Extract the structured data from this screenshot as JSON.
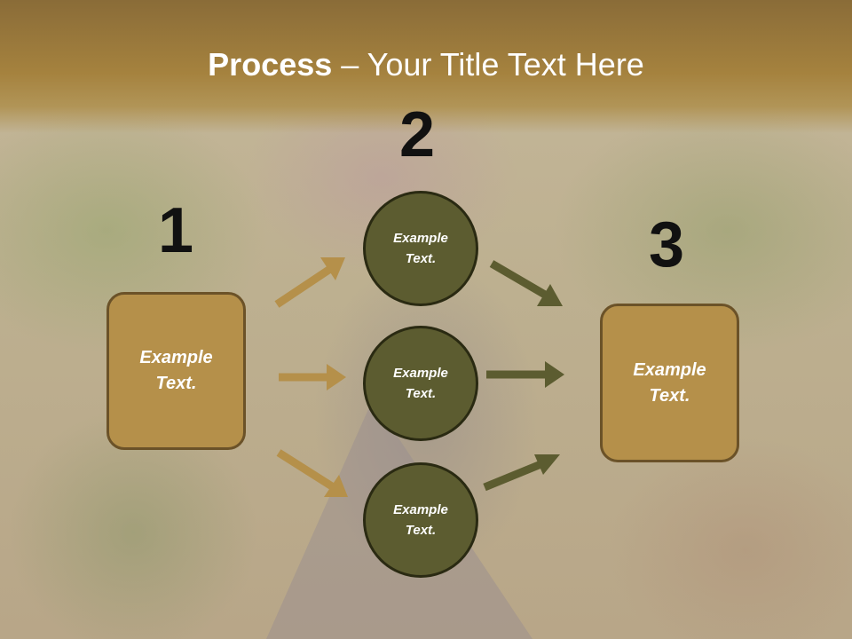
{
  "title": {
    "bold": "Process",
    "rest": " – Your Title Text Here"
  },
  "steps": {
    "n1": "1",
    "n2": "2",
    "n3": "3"
  },
  "left_box": {
    "line1": "Example",
    "line2": "Text."
  },
  "right_box": {
    "line1": "Example",
    "line2": "Text."
  },
  "circles": [
    {
      "line1": "Example",
      "line2": "Text."
    },
    {
      "line1": "Example",
      "line2": "Text."
    },
    {
      "line1": "Example",
      "line2": "Text."
    }
  ],
  "colors": {
    "header": "#a5823e",
    "box_fill": "#b5904a",
    "circle_fill": "#5c5c30",
    "arrow_in": "#b5904a",
    "arrow_out": "#5c5c30"
  }
}
